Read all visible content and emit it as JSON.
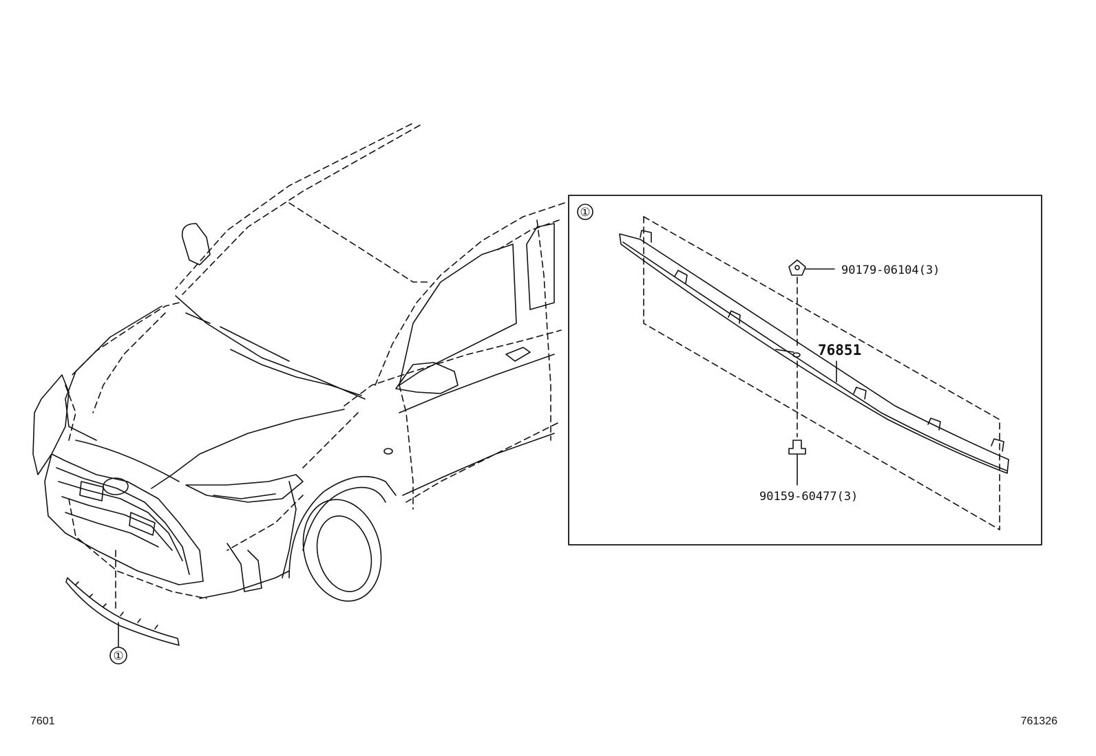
{
  "callouts": {
    "main_marker": "①",
    "detail_marker": "①"
  },
  "parts": {
    "molding": "76851",
    "nut": "90179-06104(3)",
    "screw": "90159-60477(3)"
  },
  "refs": {
    "left": "7601",
    "right": "761326"
  },
  "colors": {
    "line": "#111111",
    "background": "#ffffff"
  }
}
